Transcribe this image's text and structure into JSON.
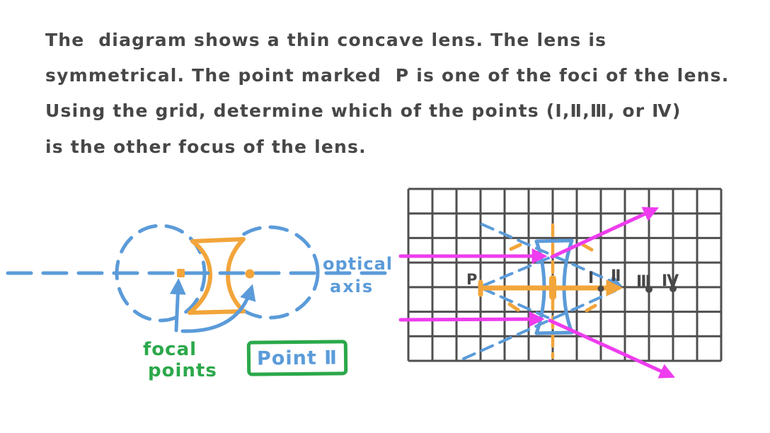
{
  "question": {
    "lines": [
      "The  diagram shows a thin concave lens. The lens is",
      "symmetrical. The point marked  P is one of the foci of the lens.",
      "Using the grid, determine which of the points (Ⅰ,Ⅱ,Ⅲ, or Ⅳ)",
      "is the other focus of the lens."
    ]
  },
  "left_diagram": {
    "optical_axis_label_line1": "optical",
    "optical_axis_label_line2": "axis",
    "focal_points_label_line1": "focal",
    "focal_points_label_line2": "points",
    "answer_box_label": "Point Ⅱ"
  },
  "grid_diagram": {
    "point_p_label": "P",
    "point_labels": [
      "Ⅰ",
      "Ⅱ",
      "Ⅲ",
      "Ⅳ"
    ]
  },
  "colors": {
    "text": "#474747",
    "blue": "#5b9bd9",
    "orange": "#f2a53a",
    "green": "#2ba84a",
    "magenta": "#ee3cee",
    "grid": "#4f4f4f"
  }
}
